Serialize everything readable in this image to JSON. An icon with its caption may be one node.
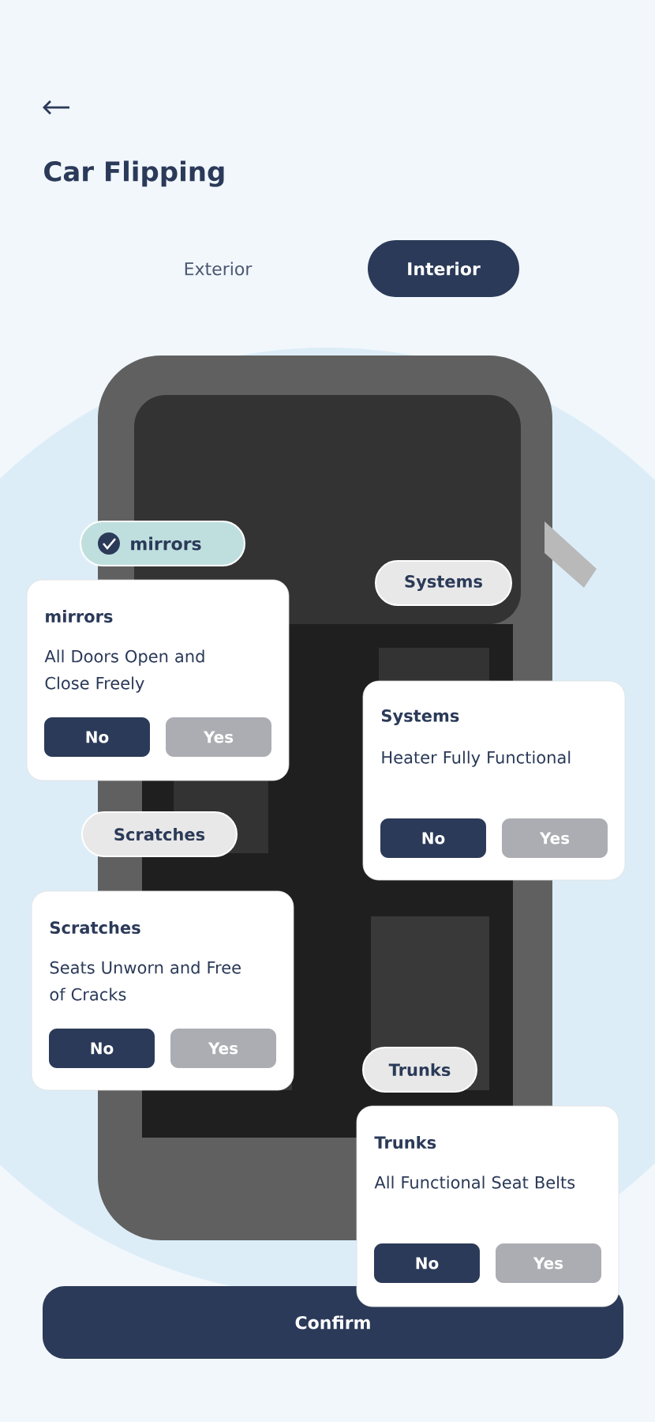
{
  "diagram": {
    "title": "Car Flipping",
    "nodes": [
      {
        "text": [
          "Interior"
        ]
      },
      {
        "text": [
          "mirrors"
        ]
      },
      {
        "text": [
          "mirrors",
          "All Doors Open and Close Freely"
        ]
      },
      {
        "text": [
          "No"
        ],
        "in": 2
      },
      {
        "text": [
          "Yes"
        ],
        "in": 2
      },
      {
        "text": [
          "Systems"
        ]
      },
      {
        "text": [
          "Systems",
          "Heater Fully Functional"
        ]
      },
      {
        "text": [
          "No"
        ],
        "in": 6
      },
      {
        "text": [
          "Yes"
        ],
        "in": 6
      },
      {
        "text": [
          "Scratches"
        ]
      },
      {
        "text": [
          "Scratches",
          "Seats Unworn and Free of Cracks"
        ]
      },
      {
        "text": [
          "No"
        ],
        "in": 10
      },
      {
        "text": [
          "Yes"
        ],
        "in": 10
      },
      {
        "text": [
          "Trunks"
        ]
      },
      {
        "text": [
          "Trunks",
          "All Functional Seat Belts"
        ]
      },
      {
        "text": [
          "No"
        ],
        "in": 14
      },
      {
        "text": [
          "Yes"
        ],
        "in": 14
      },
      {
        "text": [
          "Confirm"
        ]
      }
    ],
    "labels": [
      "Exterior"
    ]
  }
}
